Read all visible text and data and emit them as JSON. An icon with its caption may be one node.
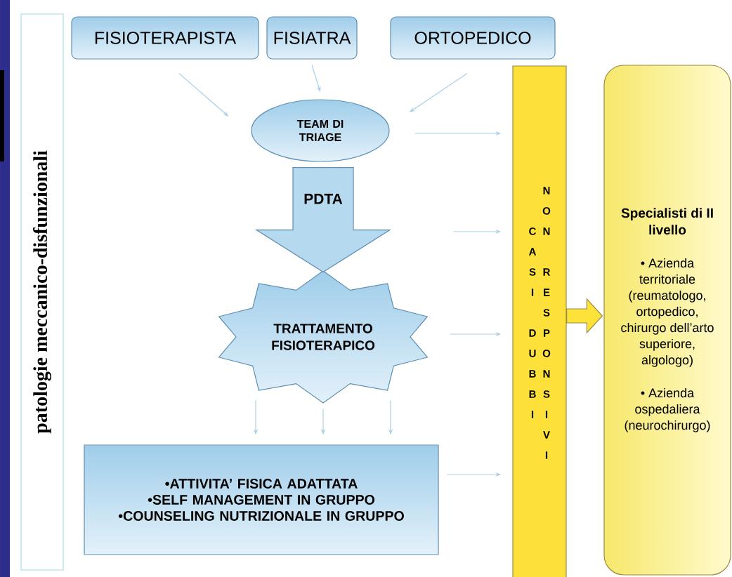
{
  "diagram": {
    "nodes": [
      {
        "text": [
          "patologie meccanico-disfunzionali"
        ]
      },
      {
        "text": [
          "FISIOTERAPISTA"
        ]
      },
      {
        "text": [
          "FISIATRA"
        ]
      },
      {
        "text": [
          "ORTOPEDICO"
        ]
      },
      {
        "text": [
          "TEAM DI TRIAGE"
        ]
      },
      {
        "text": [
          "TRATTAMENTO FISIOTERAPICO"
        ]
      },
      {
        "text": [
          "•ATTIVITA’ FISICA ADATTATA",
          "•SELF MANAGEMENT IN GRUPPO",
          "•COUNSELING NUTRIZIONALE IN GRUPPO"
        ]
      },
      {
        "text": [
          "CASI DUBBI",
          "NON RESPONSIVI"
        ]
      },
      {
        "text": [
          "Specialisti di II livello",
          "• Azienda territoriale (reumatologo, ortopedico, chirurgo dell’arto superiore, algologo)",
          "• Azienda ospedaliera (neurochirurgo)"
        ]
      }
    ],
    "edges": [
      {
        "from": 1,
        "to": 4,
        "arrow": "to"
      },
      {
        "from": 2,
        "to": 4,
        "arrow": "to"
      },
      {
        "from": 3,
        "to": 4,
        "arrow": "to"
      },
      {
        "from": 4,
        "to": 5,
        "arrow": "to",
        "label": "PDTA",
        "style": "thick",
        "color": "#b5d9ee"
      },
      {
        "from": 4,
        "to": 7,
        "arrow": "to"
      },
      {
        "from": null,
        "to": 7,
        "arrow": "to"
      },
      {
        "from": 5,
        "to": 7,
        "arrow": "to"
      },
      {
        "from": 5,
        "to": 6,
        "arrow": "to"
      },
      {
        "from": 5,
        "to": 6,
        "arrow": "to"
      },
      {
        "from": 5,
        "to": 6,
        "arrow": "to"
      },
      {
        "from": 6,
        "to": 7,
        "arrow": "to"
      },
      {
        "from": 7,
        "to": 8,
        "arrow": "to",
        "style": "thick",
        "color": "#fde23a"
      }
    ]
  }
}
